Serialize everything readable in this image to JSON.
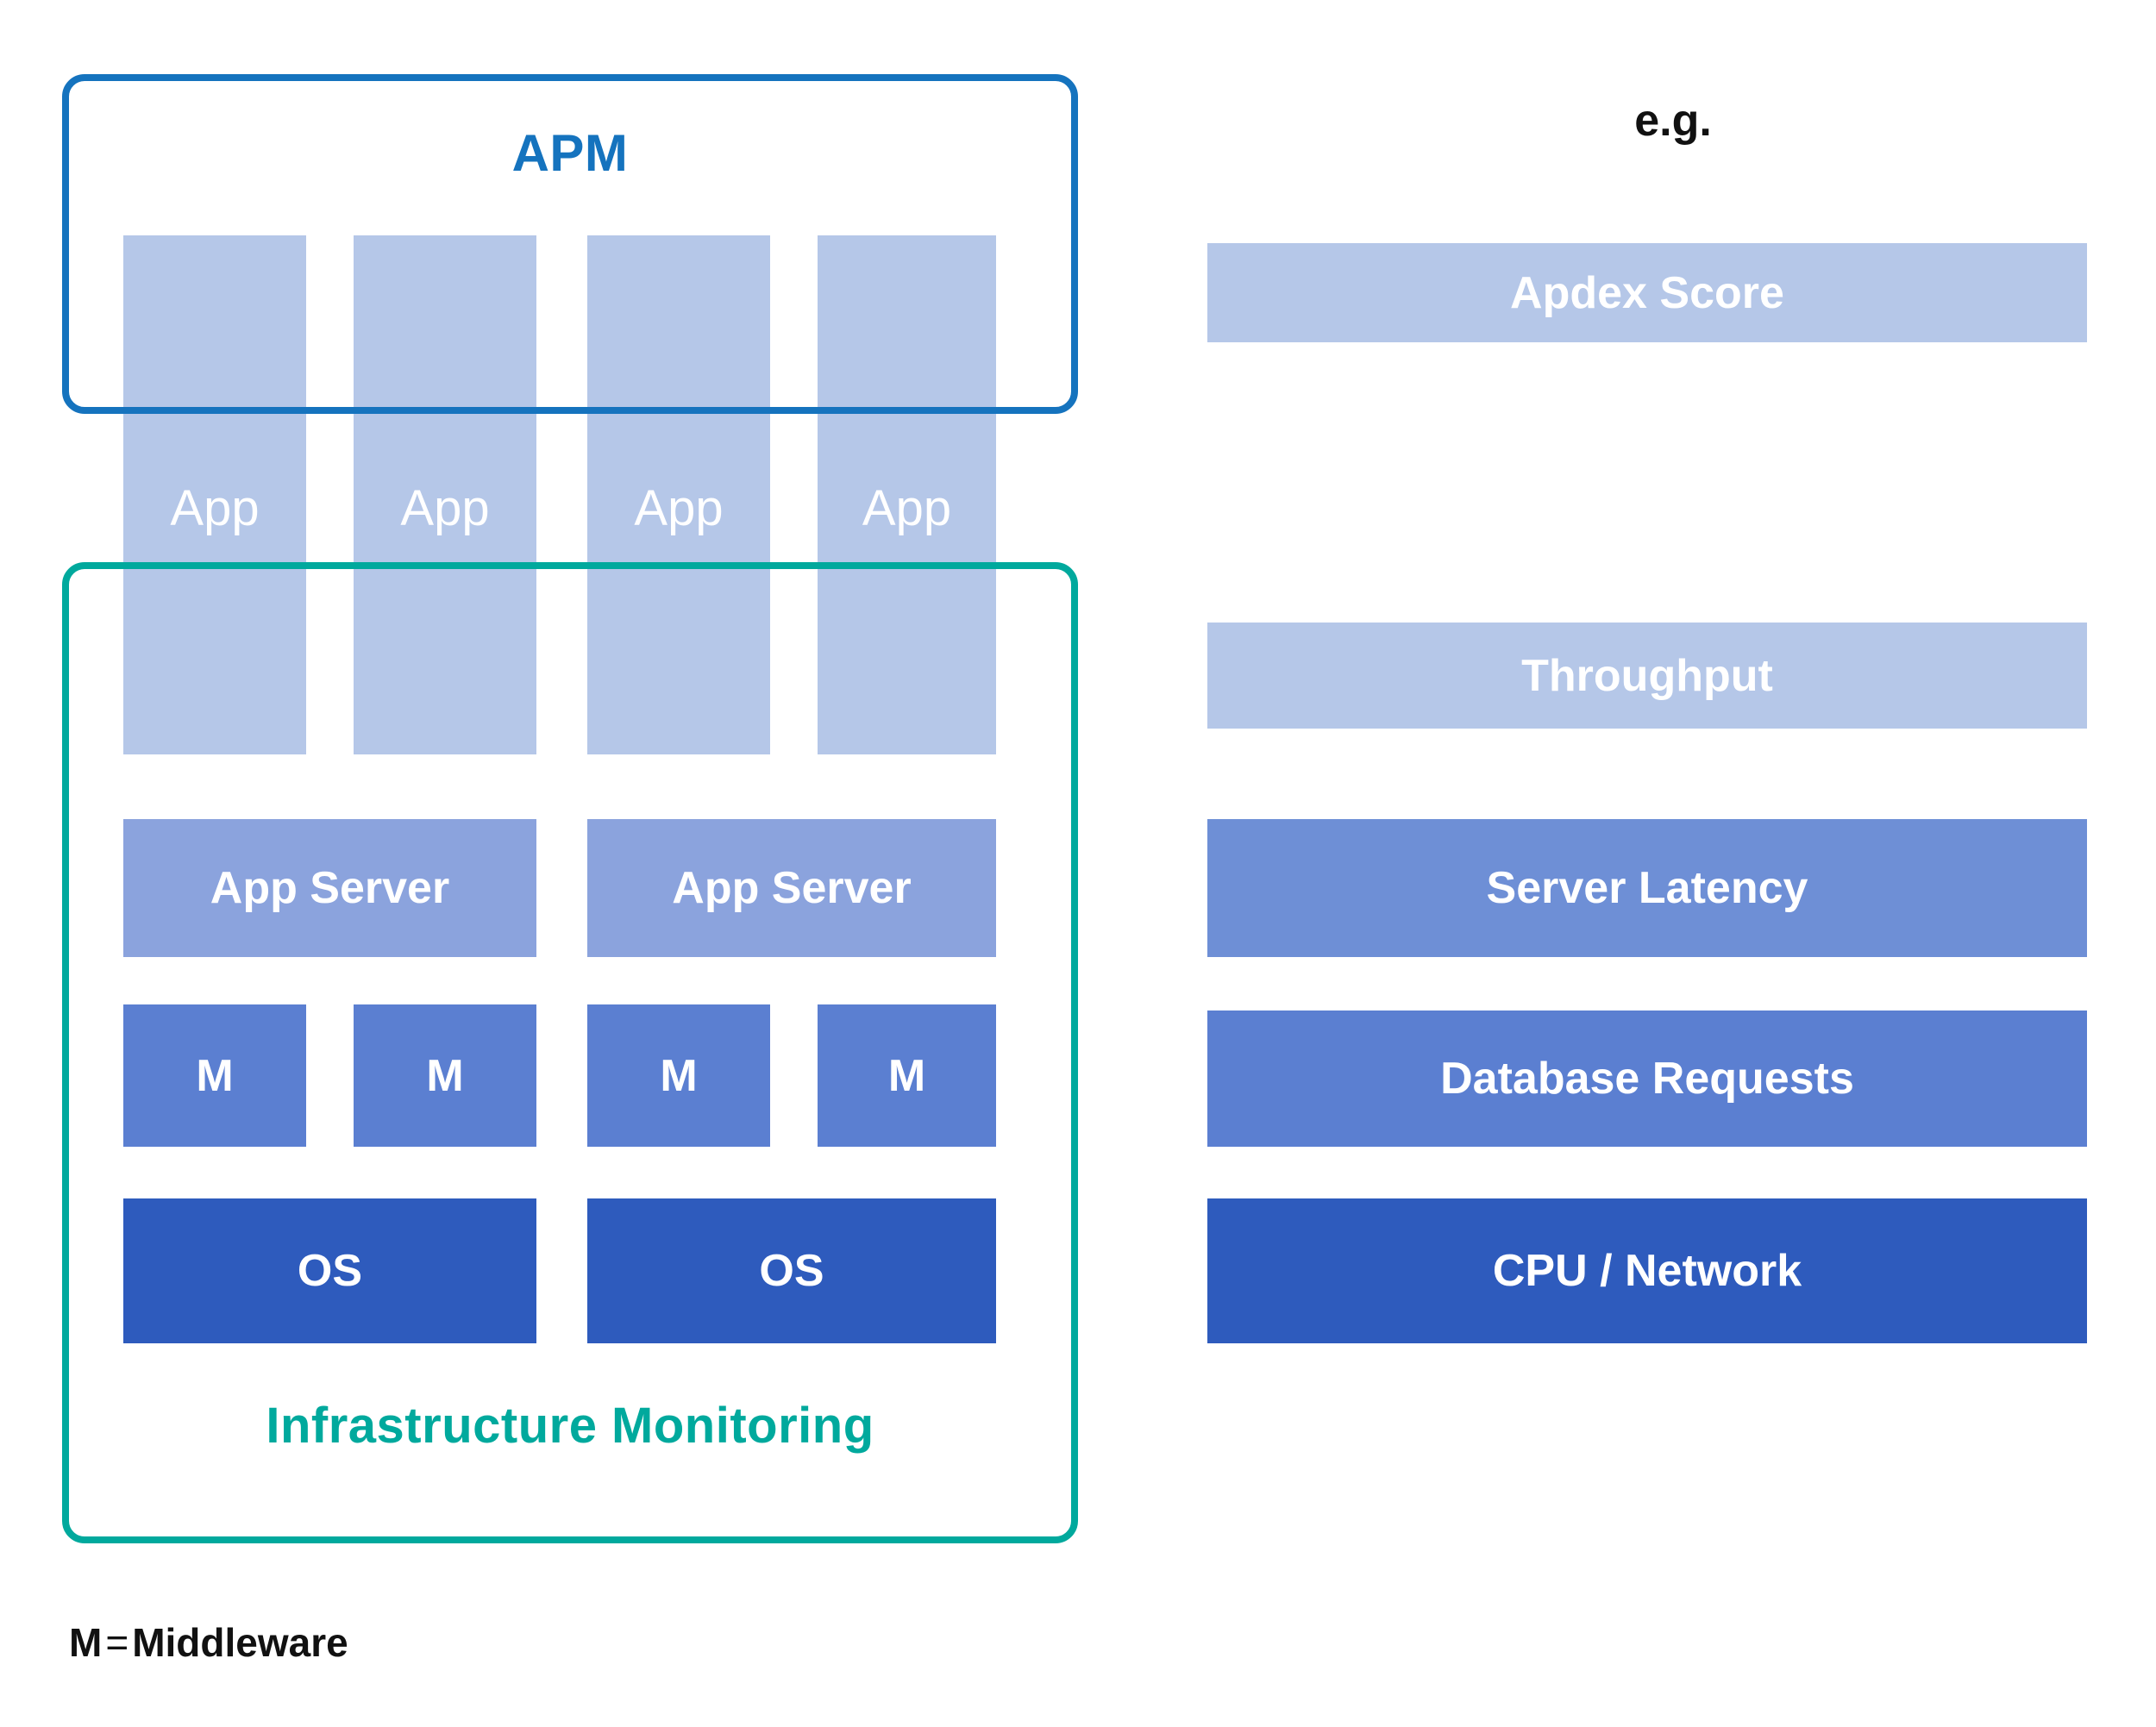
{
  "diagram": {
    "groups": [
      {
        "id": "apm",
        "title": "APM",
        "color": "#1573BE"
      },
      {
        "id": "infrastructure",
        "title": "Infrastructure Monitoring",
        "color": "#00A99D"
      }
    ],
    "app_columns": [
      {
        "label": "App",
        "color": "#b5c7e8"
      },
      {
        "label": "App",
        "color": "#b5c7e8"
      },
      {
        "label": "App",
        "color": "#b5c7e8"
      },
      {
        "label": "App",
        "color": "#b5c7e8"
      }
    ],
    "app_servers": [
      {
        "label": "App Server",
        "color": "#8ba3dd"
      },
      {
        "label": "App Server",
        "color": "#8ba3dd"
      }
    ],
    "middleware": [
      {
        "label": "M",
        "color": "#5b7fd1"
      },
      {
        "label": "M",
        "color": "#5b7fd1"
      },
      {
        "label": "M",
        "color": "#5b7fd1"
      },
      {
        "label": "M",
        "color": "#5b7fd1"
      }
    ],
    "operating_systems": [
      {
        "label": "OS",
        "color": "#2e5bbd"
      },
      {
        "label": "OS",
        "color": "#2e5bbd"
      }
    ],
    "legend": {
      "key": "M",
      "separator": "=",
      "value": "Middleware"
    }
  },
  "examples": {
    "heading": "e.g.",
    "metrics": [
      {
        "label": "Apdex Score",
        "color": "#b5c7e8"
      },
      {
        "label": "Throughput",
        "color": "#b5c7e8"
      },
      {
        "label": "Server Latency",
        "color": "#6e8fd6"
      },
      {
        "label": "Database Requests",
        "color": "#5b7fd1"
      },
      {
        "label": "CPU / Network",
        "color": "#2e5bbd"
      }
    ]
  }
}
